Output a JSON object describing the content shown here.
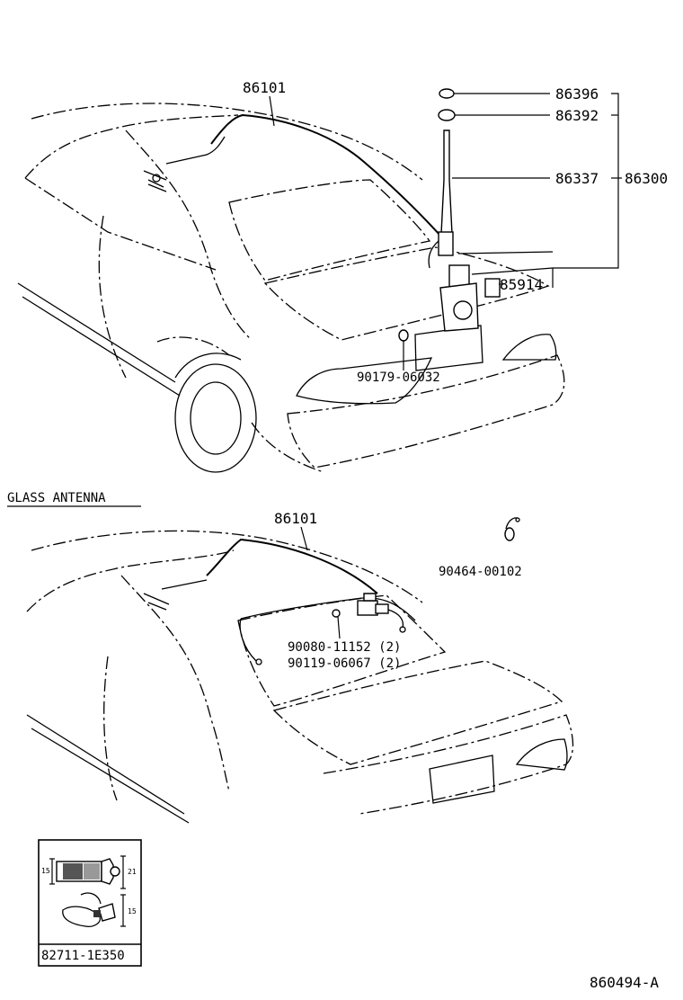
{
  "labels": {
    "roof_86101_top": "86101",
    "p86396": "86396",
    "p86392": "86392",
    "p86337": "86337",
    "p86300": "86300",
    "p85914": "85914",
    "p90179": "90179-06032",
    "section_title": "GLASS ANTENNA",
    "roof_86101_bottom": "86101",
    "p90464": "90464-00102",
    "p90080": "90080-11152 (2)",
    "p90119": "90119-06067 (2)",
    "dim_15_a": "15",
    "dim_21": "21",
    "dim_15_b": "15",
    "p82711": "82711-1E350",
    "diagram_code": "860494-A"
  }
}
